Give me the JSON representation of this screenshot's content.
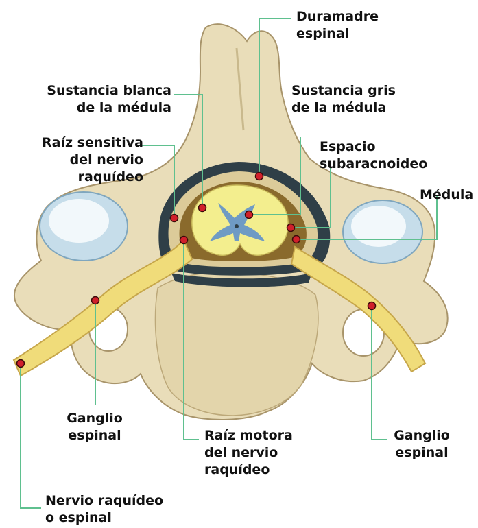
{
  "colors": {
    "bone": "#E9DDB9",
    "bone_shadow": "#C9B98D",
    "bone_outline": "#A8946A",
    "disc_blue": "#C6DDEA",
    "disc_highlight": "#F2F8FB",
    "canal_dark": "#2F3F47",
    "cord_white": "#F3EE8E",
    "cord_grey": "#6F9BC4",
    "nerve": "#F0DC7A",
    "nerve_outline": "#C6A64A",
    "leader_line": "#5FC08F",
    "marker_fill": "#D0202B",
    "label_text": "#111111"
  },
  "labels": {
    "duramadre": [
      "Duramadre",
      "espinal"
    ],
    "sustancia_blanca": [
      "Sustancia blanca",
      "de la médula"
    ],
    "sustancia_gris": [
      "Sustancia gris",
      "de la médula"
    ],
    "raiz_sensitiva": [
      "Raíz sensitiva",
      "del nervio",
      "raquídeo"
    ],
    "espacio": [
      "Espacio",
      "subaracnoideo"
    ],
    "medula": [
      "Médula"
    ],
    "ganglio_izq": [
      "Ganglio",
      "espinal"
    ],
    "raiz_motora": [
      "Raíz motora",
      "del nervio",
      "raquídeo"
    ],
    "ganglio_der": [
      "Ganglio",
      "espinal"
    ],
    "nervio": [
      "Nervio raquídeo",
      "o espinal"
    ]
  },
  "icons": {
    "marker": "red-dot-icon"
  }
}
